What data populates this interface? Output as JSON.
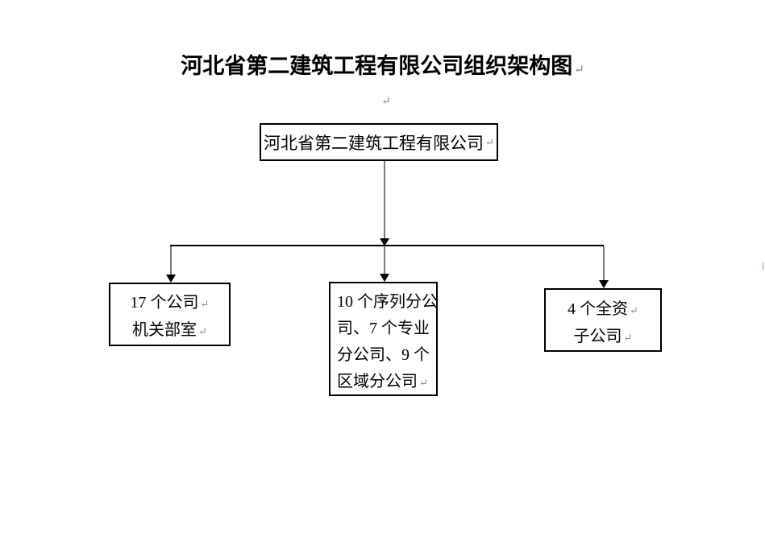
{
  "title": {
    "text": "河北省第二建筑工程有限公司组织架构图"
  },
  "marks": {
    "paragraph_mark": "↵"
  },
  "org_chart": {
    "root": {
      "label": "河北省第二建筑工程有限公司"
    },
    "children": [
      {
        "id": "company-departments",
        "lines": [
          "17 个公司",
          "机关部室"
        ],
        "full_text": "17个公司机关部室"
      },
      {
        "id": "branch-companies",
        "lines": [
          "10 个序列分公",
          "司、7 个专业",
          "分公司、9 个",
          "区域分公司"
        ],
        "full_text": "10个序列分公司、7个专业分公司、9个区域分公司"
      },
      {
        "id": "wholly-owned-subsidiaries",
        "lines": [
          "4 个全资",
          "子公司"
        ],
        "full_text": "4个全资子公司"
      }
    ]
  },
  "colors": {
    "text": "#000000",
    "box_border": "#000000",
    "connector_stem": "#7a7a7a",
    "arrowhead": "#000000",
    "paragraph_mark": "#8a8a8a",
    "background": "#ffffff"
  }
}
